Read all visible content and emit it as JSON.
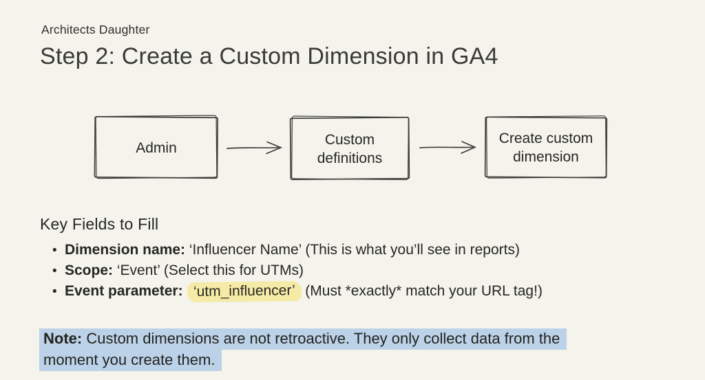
{
  "header": {
    "font_label": "Architects Daughter",
    "title": "Step 2: Create a Custom Dimension in GA4"
  },
  "flow": {
    "steps": [
      {
        "label": "Admin"
      },
      {
        "label": "Custom definitions"
      },
      {
        "label": "Create custom dimension"
      }
    ]
  },
  "key_fields": {
    "heading": "Key Fields to Fill",
    "bullet_glyph": "•",
    "items": [
      {
        "label": "Dimension name:",
        "text": " ‘Influencer Name’ (This is what you’ll see in reports)"
      },
      {
        "label": "Scope:",
        "text": " ‘Event’ (Select this for UTMs)"
      },
      {
        "label": "Event parameter:",
        "highlight": "‘utm_influencer’",
        "text": " (Must *exactly* match your URL tag!)"
      }
    ]
  },
  "note": {
    "label": "Note:",
    "line1_rest": " Custom dimensions are not retroactive. They only collect data from the",
    "line2": "moment you create them."
  },
  "colors": {
    "background": "#f4f3ec",
    "text": "#262623",
    "yellow_highlight": "#f6eba6",
    "blue_highlight": "#bcd2e8",
    "sketch_stroke": "#3f3f3a"
  }
}
